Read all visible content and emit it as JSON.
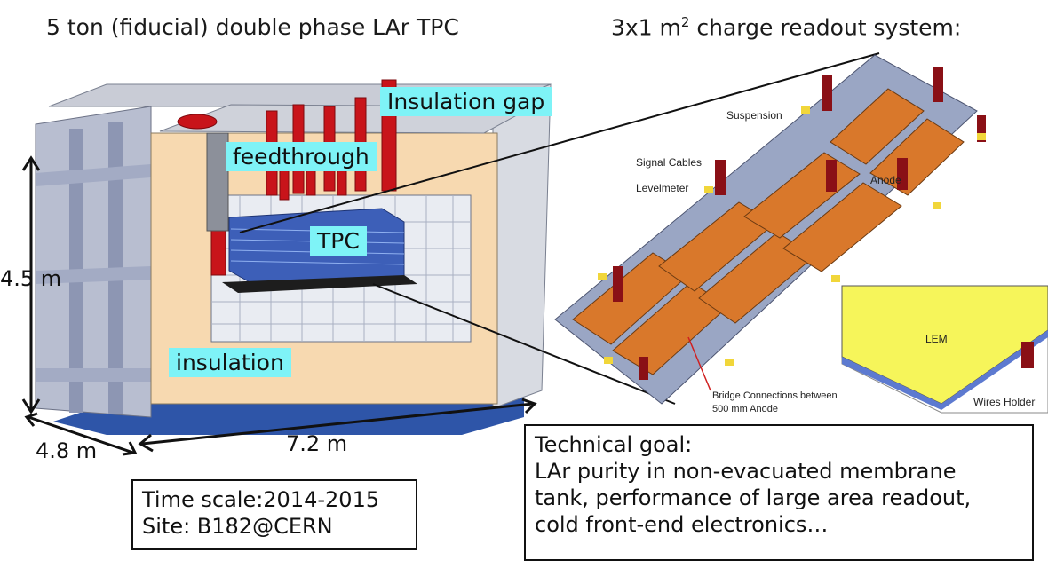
{
  "titles": {
    "left": "5 ton (fiducial) double phase LAr TPC",
    "right_prefix": "3x1 m",
    "right_sup": "2",
    "right_suffix": " charge readout system:"
  },
  "tags": {
    "insulation_gap": "Insulation gap",
    "feedthrough": "feedthrough",
    "tpc": "TPC",
    "insulation": "insulation"
  },
  "dimensions": {
    "height": "4.5 m",
    "depth": "4.8 m",
    "length": "7.2 m"
  },
  "readout_labels": {
    "suspension": "Suspension",
    "signal_cables": "Signal Cables",
    "levelmeter": "Levelmeter",
    "anode": "Anode",
    "bridge_line1": "Bridge Connections between",
    "bridge_line2": "500 mm Anode",
    "lem": "LEM",
    "wires_holder": "Wires Holder"
  },
  "info": {
    "time_scale": "Time scale:2014-2015",
    "site": "Site: B182@CERN"
  },
  "goal": {
    "heading": "Technical goal:",
    "line1": "LAr purity in non-evacuated membrane",
    "line2": "tank, performance of large area readout,",
    "line3": "cold front-end electronics…"
  },
  "colors": {
    "cyan_tag": "#7ef3f7",
    "insulation_beige": "#f7d9b0",
    "frame_grey": "#9aa6c4",
    "feedthrough_red": "#c8141a",
    "anode_orange": "#d9782b",
    "lem_yellow": "#f6f55a",
    "tpc_blue": "#3d5fb8",
    "base_blue": "#2e55a8"
  }
}
